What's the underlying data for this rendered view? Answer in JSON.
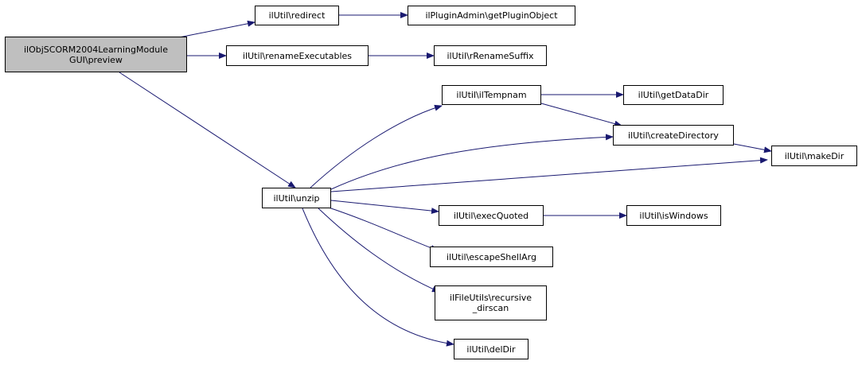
{
  "colors": {
    "edge": "#191970",
    "root_fill": "#bfbfbf",
    "node_fill": "#ffffff",
    "node_border": "#000000"
  },
  "nodes": {
    "root": {
      "line1": "ilObjSCORM2004LearningModule",
      "line2": "GUI\\preview"
    },
    "redirect": {
      "label": "ilUtil\\redirect"
    },
    "getPluginObject": {
      "label": "ilPluginAdmin\\getPluginObject"
    },
    "renameExecutables": {
      "label": "ilUtil\\renameExecutables"
    },
    "rRenameSuffix": {
      "label": "ilUtil\\rRenameSuffix"
    },
    "ilTempnam": {
      "label": "ilUtil\\ilTempnam"
    },
    "getDataDir": {
      "label": "ilUtil\\getDataDir"
    },
    "createDirectory": {
      "label": "ilUtil\\createDirectory"
    },
    "makeDir": {
      "label": "ilUtil\\makeDir"
    },
    "unzip": {
      "label": "ilUtil\\unzip"
    },
    "execQuoted": {
      "label": "ilUtil\\execQuoted"
    },
    "isWindows": {
      "label": "ilUtil\\isWindows"
    },
    "escapeShellArg": {
      "label": "ilUtil\\escapeShellArg"
    },
    "recursiveDirscan": {
      "line1": "ilFileUtils\\recursive",
      "line2": "_dirscan"
    },
    "delDir": {
      "label": "ilUtil\\delDir"
    }
  }
}
